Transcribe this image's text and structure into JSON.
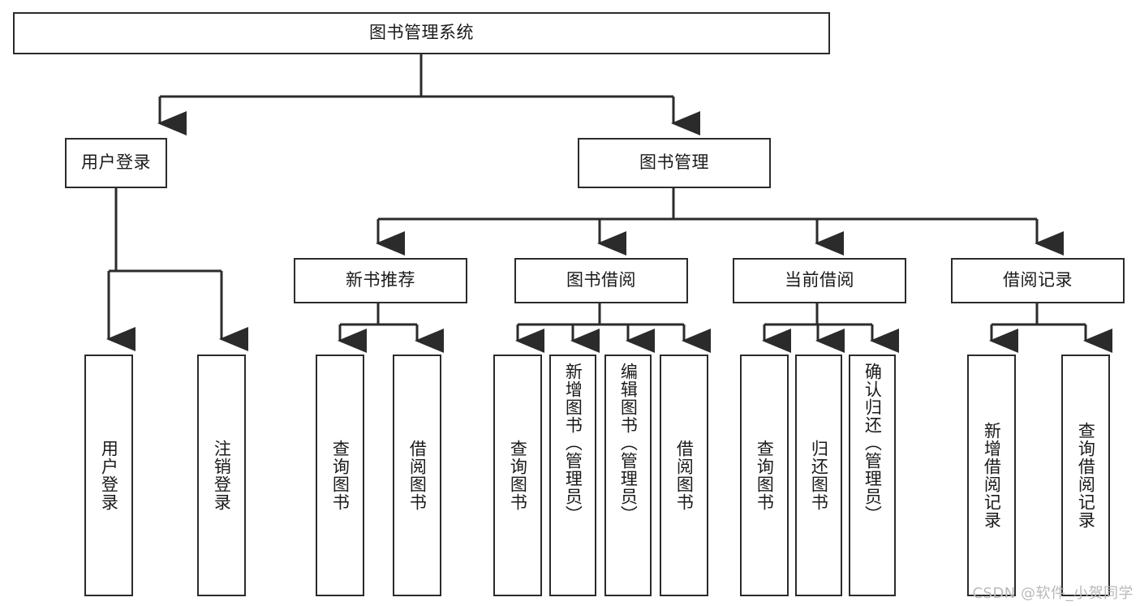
{
  "diagram": {
    "type": "hierarchy-tree",
    "title_node": {
      "label": "图书管理系统"
    },
    "level2": [
      {
        "id": "user-login",
        "label": "用户登录"
      },
      {
        "id": "book-management",
        "label": "图书管理"
      }
    ],
    "level3": [
      {
        "id": "new-book-recommend",
        "label": "新书推荐"
      },
      {
        "id": "book-borrow",
        "label": "图书借阅"
      },
      {
        "id": "current-borrow",
        "label": "当前借阅"
      },
      {
        "id": "borrow-record",
        "label": "借阅记录"
      }
    ],
    "leaves": {
      "user_login": [
        {
          "id": "leaf-user-login",
          "label": "用户登录"
        },
        {
          "id": "leaf-logout-login",
          "label": "注销登录"
        }
      ],
      "new_book_recommend": [
        {
          "id": "leaf-query-book-1",
          "label": "查询图书"
        },
        {
          "id": "leaf-borrow-book-1",
          "label": "借阅图书"
        }
      ],
      "book_borrow": [
        {
          "id": "leaf-query-book-2",
          "label": "查询图书"
        },
        {
          "id": "leaf-add-book-admin",
          "label": "新增图书（管理员）"
        },
        {
          "id": "leaf-edit-book-admin",
          "label": "编辑图书（管理员）"
        },
        {
          "id": "leaf-borrow-book-2",
          "label": "借阅图书"
        }
      ],
      "current_borrow": [
        {
          "id": "leaf-query-book-3",
          "label": "查询图书"
        },
        {
          "id": "leaf-return-book",
          "label": "归还图书"
        },
        {
          "id": "leaf-confirm-return-admin",
          "label": "确认归还（管理员）"
        }
      ],
      "borrow_record": [
        {
          "id": "leaf-add-borrow-record",
          "label": "新增借阅记录"
        },
        {
          "id": "leaf-query-borrow-record",
          "label": "查询借阅记录"
        }
      ]
    }
  },
  "watermark": {
    "text": "CSDN @软件_小贺同学"
  },
  "colors": {
    "box_border": "#2b2b2b",
    "box_fill": "#ffffff",
    "text": "#1a1a1a",
    "connector": "#2b2b2b",
    "watermark": "#b9b9b9",
    "background": "#ffffff"
  }
}
